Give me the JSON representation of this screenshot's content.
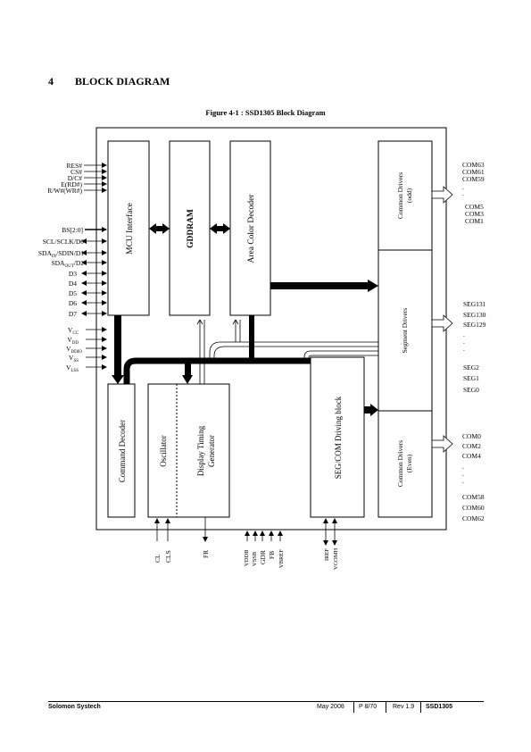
{
  "section": {
    "number": "4",
    "title": "BLOCK DIAGRAM"
  },
  "figure": {
    "caption": "Figure 4-1 : SSD1305 Block Diagram"
  },
  "blocks": {
    "mcu": "MCU Interface",
    "gddram": "GDDRAM",
    "area_color": "Area Color Decoder",
    "cmd_decoder": "Command Decoder",
    "oscillator": "Oscillator",
    "dtg1": "Display Timing",
    "dtg2": "Generator",
    "segcom": "SEG/COM Driving block",
    "common_odd1": "Common Drivers",
    "common_odd2": "(odd)",
    "segment": "Segment Drivers",
    "common_even1": "Common Drivers",
    "common_even2": "(Even)"
  },
  "left_pins": {
    "res": "RES#",
    "cs": "CS#",
    "dc": "D/C#",
    "erd": "E(RD#)",
    "rw": "R/W#(WR#)",
    "bs": "BS[2:0]",
    "scl": "SCL/SCLK/D0",
    "sda_in_main": "SDA",
    "sda_in_sub": "IN",
    "sda_in_tail": "/SDIN/D1",
    "sda_out_main": "SDA",
    "sda_out_sub": "OUT",
    "sda_out_tail": "/D2",
    "d3": "D3",
    "d4": "D4",
    "d5": "D5",
    "d6": "D6",
    "d7": "D7",
    "vcc_main": "V",
    "vcc_sub": "CC",
    "vdd_main": "V",
    "vdd_sub": "DD",
    "vddio_main": "V",
    "vddio_sub": "DDIO",
    "vss_main": "V",
    "vss_sub": "SS",
    "vlss_main": "V",
    "vlss_sub": "LSS"
  },
  "right_pins": {
    "com63": "COM63",
    "com61": "COM61",
    "com59": "COM59",
    "com5": "COM5",
    "com3": "COM3",
    "com1": "COM1",
    "seg131": "SEG131",
    "seg130": "SEG130",
    "seg129": "SEG129",
    "seg2": "SEG2",
    "seg1": "SEG1",
    "seg0": "SEG0",
    "com0": "COM0",
    "com2": "COM2",
    "com4": "COM4",
    "com58": "COM58",
    "com60": "COM60",
    "com62": "COM62",
    "dot": "."
  },
  "bottom_pins": {
    "cl": "CL",
    "cls": "CLS",
    "fr": "FR",
    "vdd_b": "VDDB",
    "vss_b": "VSSB",
    "gdr": "GDR",
    "fb": "FB",
    "vbref": "VBREF",
    "iref": "IREF",
    "vcomh": "VCOMH"
  },
  "footer": {
    "company": "Solomon Systech",
    "date": "May 2008",
    "page": "P 8/70",
    "rev": "Rev 1.9",
    "part": "SSD1305"
  }
}
